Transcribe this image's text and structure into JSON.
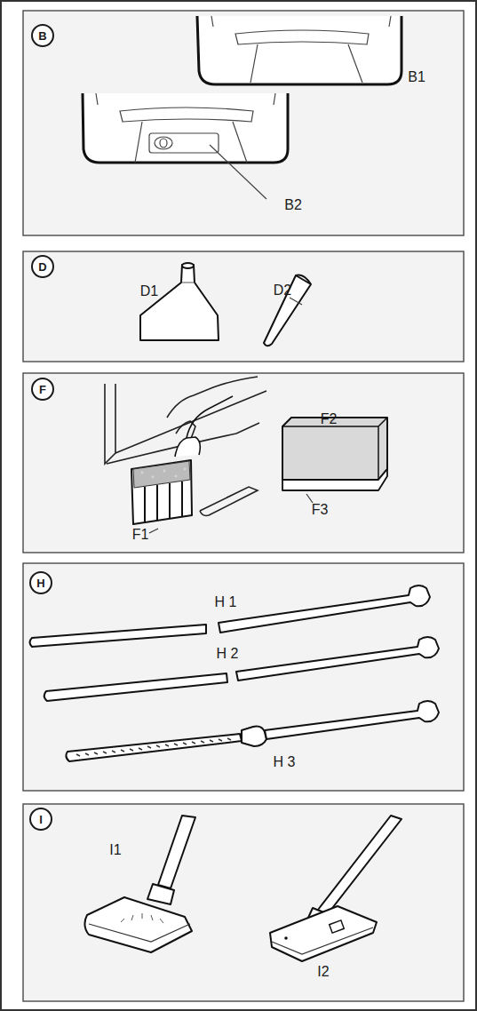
{
  "diagram": {
    "nodes": [
      {
        "text": [
          "B"
        ]
      },
      {
        "text": [
          "D"
        ]
      },
      {
        "text": [
          "F"
        ]
      },
      {
        "text": [
          "H"
        ]
      },
      {
        "text": [
          "I"
        ]
      }
    ],
    "labels": [
      "B1",
      "B2",
      "D1",
      "D2",
      "F2",
      "F3",
      "F1",
      "H 1",
      "H 2",
      "H 3",
      "I1",
      "I2"
    ]
  }
}
